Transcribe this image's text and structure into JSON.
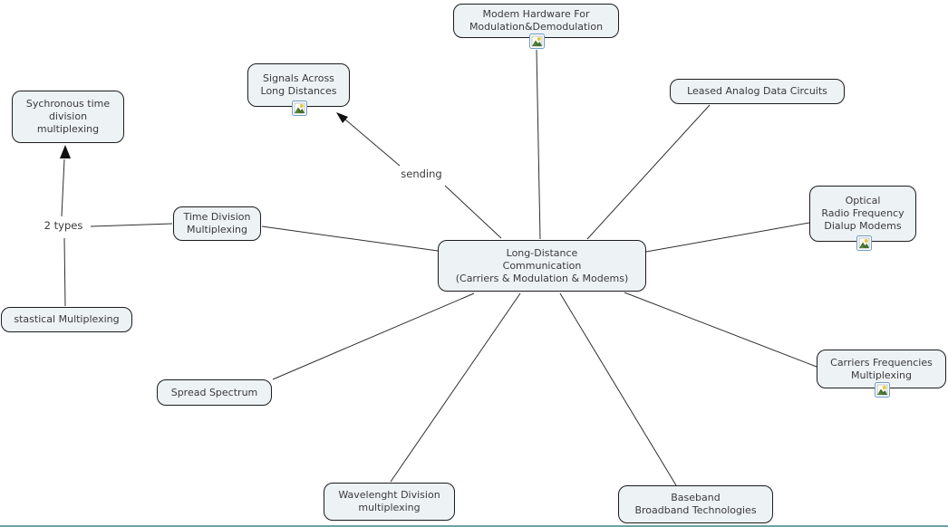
{
  "colors": {
    "node_fill": "#edf2f5",
    "node_border": "#1c1c1c",
    "line": "#2e2e2e",
    "text": "#3a3a3a",
    "icon_border": "#6f9dc6",
    "icon_mountain": "#44702f",
    "icon_sun": "#e3c93f"
  },
  "nodes": {
    "central": {
      "label": "Long-Distance\nCommunication\n(Carriers & Modulation & Modems)"
    },
    "modem_hardware": {
      "label": "Modem Hardware For\nModulation&Demodulation",
      "icon": "image-icon"
    },
    "leased": {
      "label": "Leased Analog Data Circuits"
    },
    "optical": {
      "label": "Optical\nRadio Frequency\nDialup Modems",
      "icon": "image-icon"
    },
    "carriers": {
      "label": "Carriers Frequencies\nMultiplexing",
      "icon": "image-icon"
    },
    "baseband": {
      "label": "Baseband\nBroadband Technologies"
    },
    "wavelenght": {
      "label": "Wavelenght Division\nmultiplexing"
    },
    "spread": {
      "label": "Spread Spectrum"
    },
    "time_division": {
      "label": "Time Division\nMultiplexing"
    },
    "signals": {
      "label": "Signals Across\nLong Distances",
      "icon": "image-icon"
    },
    "sychronous": {
      "label": "Sychronous time\ndivision\nmultiplexing"
    },
    "stastical": {
      "label": "stastical Multiplexing"
    }
  },
  "link_labels": {
    "two_types": "2 types",
    "sending": "sending"
  }
}
